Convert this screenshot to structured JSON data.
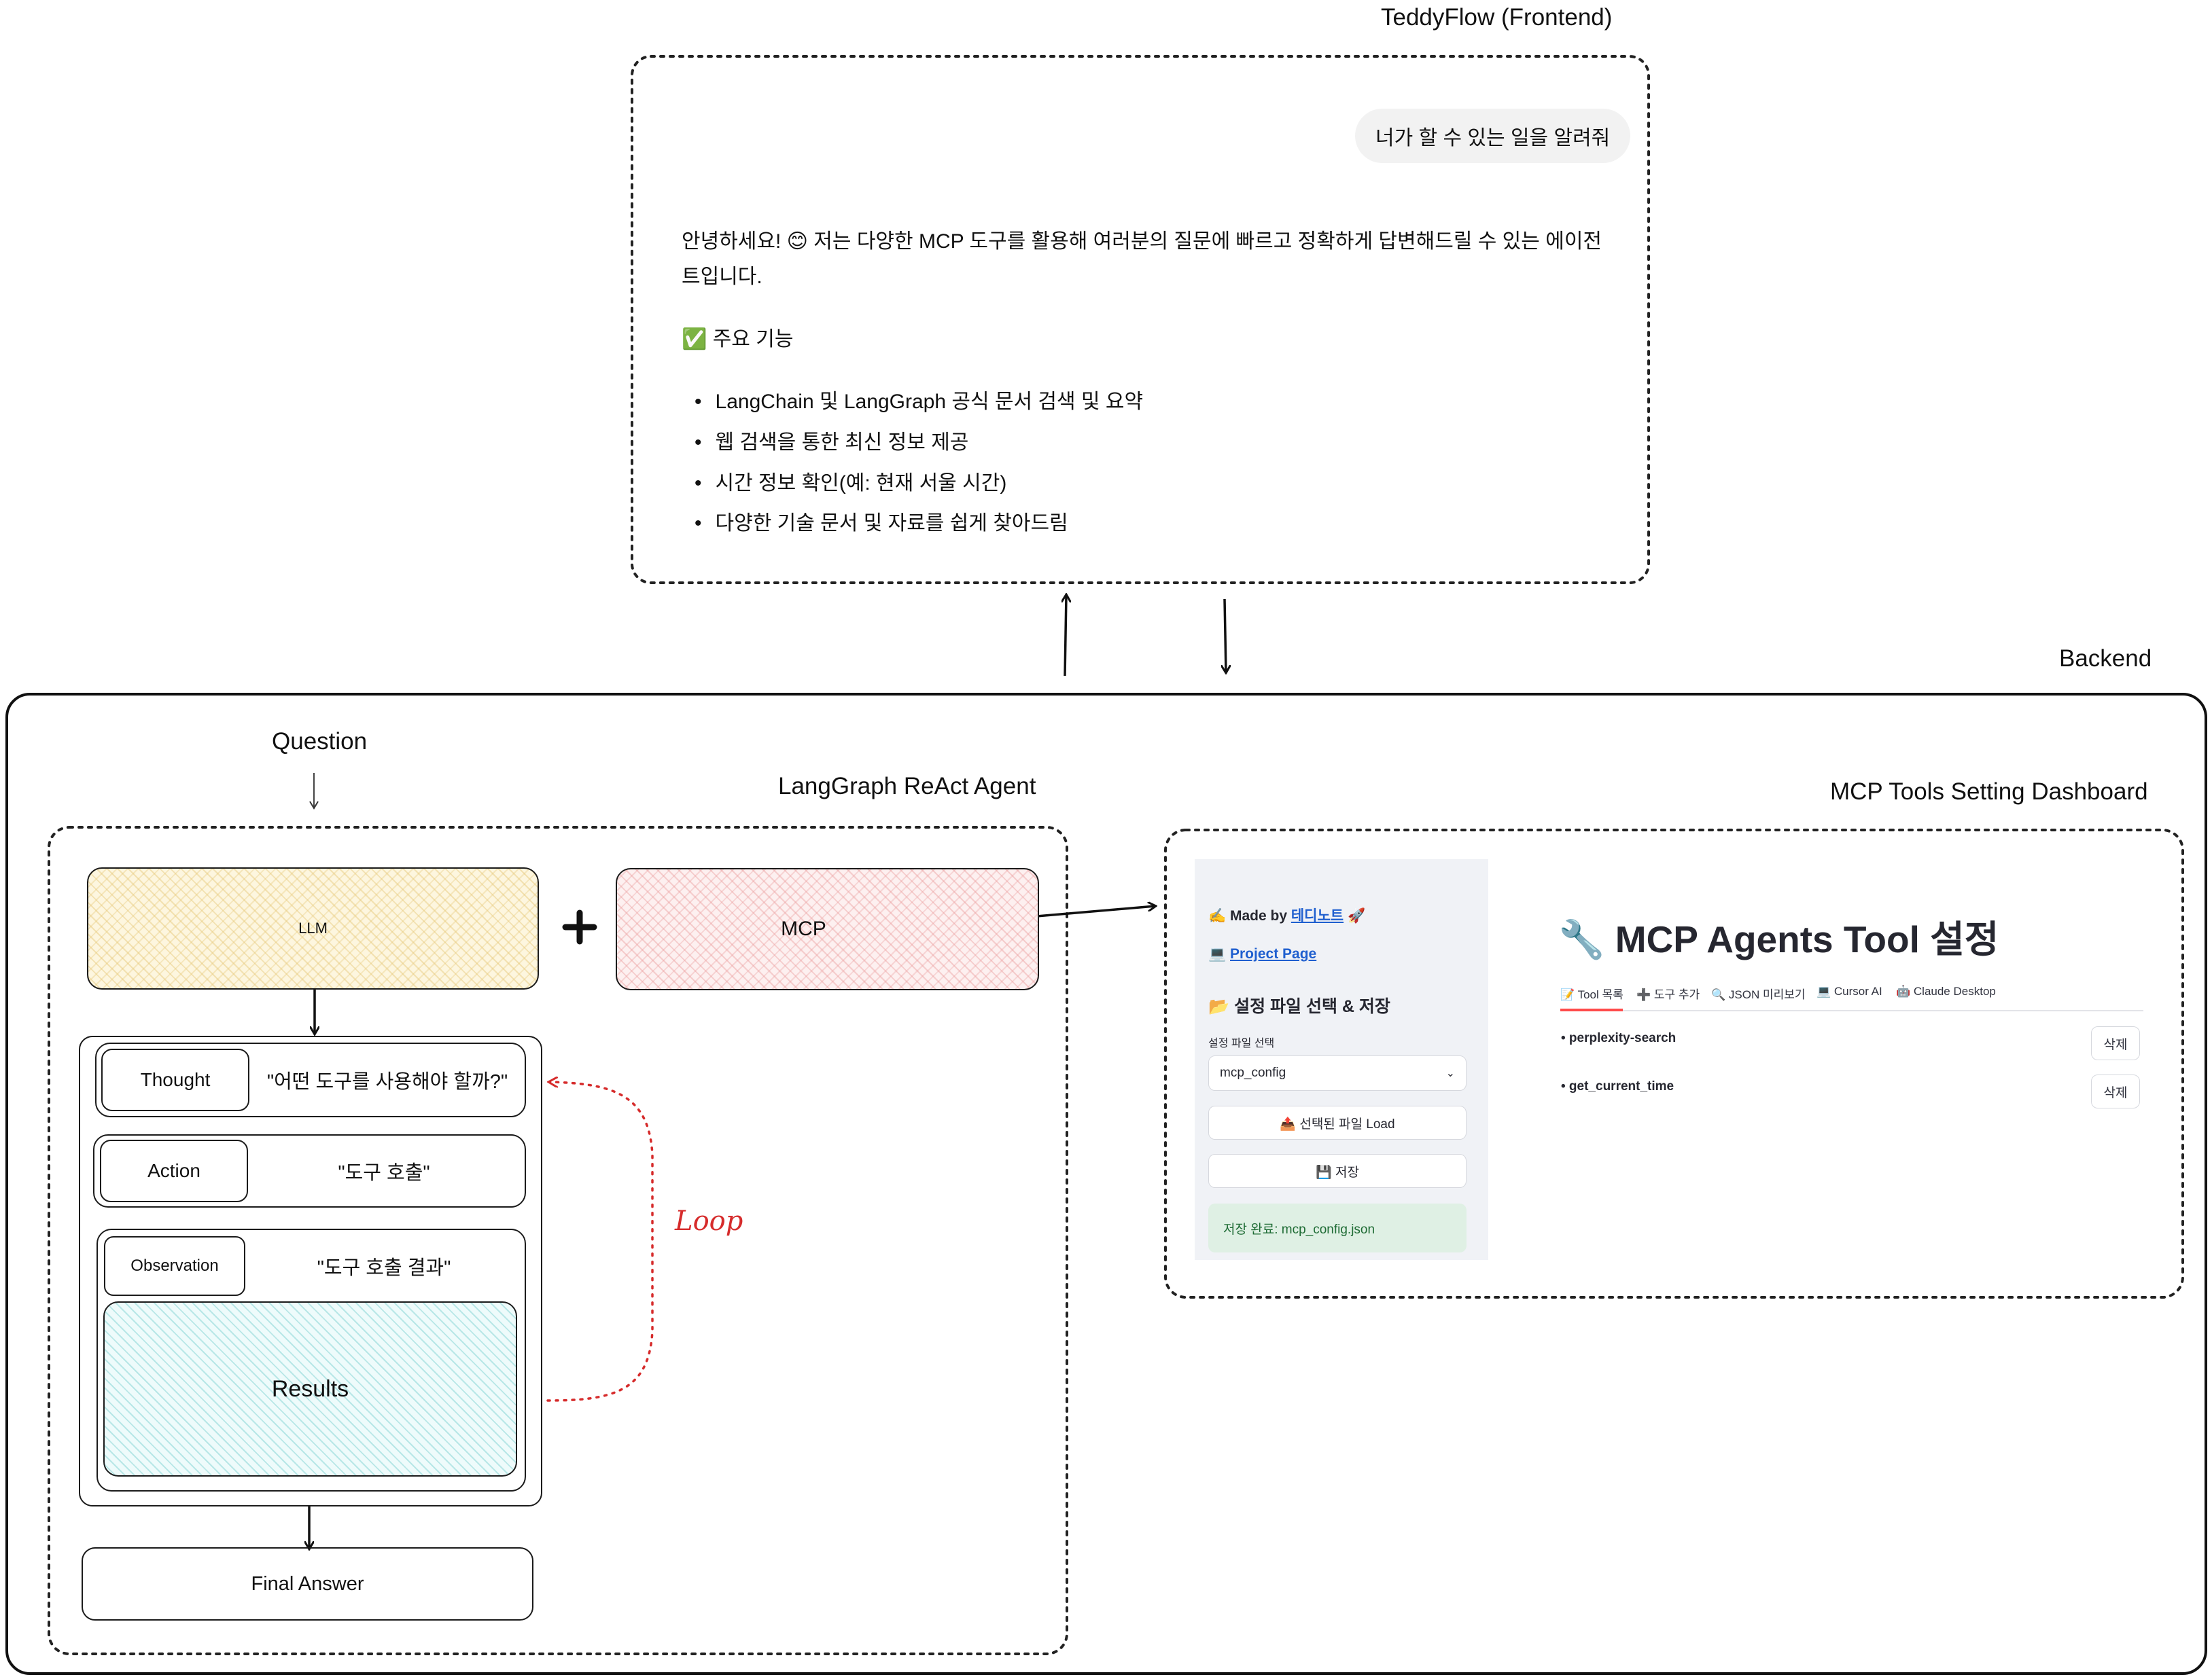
{
  "frontend": {
    "title": "TeddyFlow (Frontend)",
    "user_message": "너가 할 수 있는 일을 알려줘",
    "reply_intro": "안녕하세요! 😊 저는 다양한 MCP 도구를 활용해 여러분의 질문에 빠르고 정확하게 답변해드릴 수 있는 에이전트입니다.",
    "features_heading": "✅ 주요 기능",
    "features": [
      "LangChain 및 LangGraph 공식 문서 검색 및 요약",
      "웹 검색을 통한 최신 정보 제공",
      "시간 정보 확인(예: 현재 서울 시간)",
      "다양한 기술 문서 및 자료를 쉽게 찾아드림"
    ]
  },
  "backend": {
    "title": "Backend",
    "question_label": "Question",
    "agent": {
      "title": "LangGraph ReAct Agent",
      "llm": "LLM",
      "plus": "+",
      "mcp": "MCP",
      "thought": {
        "label": "Thought",
        "text": "\"어떤 도구를 사용해야 할까?\""
      },
      "action": {
        "label": "Action",
        "text": "\"도구 호출\""
      },
      "observation": {
        "label": "Observation",
        "text": "\"도구 호출 결과\""
      },
      "results": "Results",
      "loop": "Loop",
      "final_answer": "Final Answer"
    },
    "dashboard": {
      "title": "MCP Tools Setting Dashboard",
      "made_by_prefix": "✍️ Made by ",
      "made_by_link": "테디노트",
      "made_by_suffix": " 🚀",
      "project_page": "Project Page",
      "project_page_icon": "💻",
      "config_heading": "📂 설정 파일 선택 & 저장",
      "select_label": "설정 파일 선택",
      "select_value": "mcp_config",
      "load_button": "📤 선택된 파일 Load",
      "save_button": "💾 저장",
      "save_status": "저장 완료: mcp_config.json",
      "main_title": "🔧 MCP Agents Tool 설정",
      "tabs": [
        "📝 Tool 목록",
        "➕ 도구 추가",
        "🔍 JSON 미리보기",
        "💻 Cursor AI",
        "🤖 Claude Desktop"
      ],
      "tools": [
        "• perplexity-search",
        "• get_current_time"
      ],
      "delete_label": "삭제"
    }
  },
  "colors": {
    "llm_fill": "#fdf6df",
    "mcp_fill": "#fdf0f0",
    "results_fill": "#eefbfb",
    "loop_red": "#d62b2b",
    "tab_active": "#ff4b4b",
    "status_green": "#dff0e4",
    "link_blue": "#1f5fcf"
  }
}
